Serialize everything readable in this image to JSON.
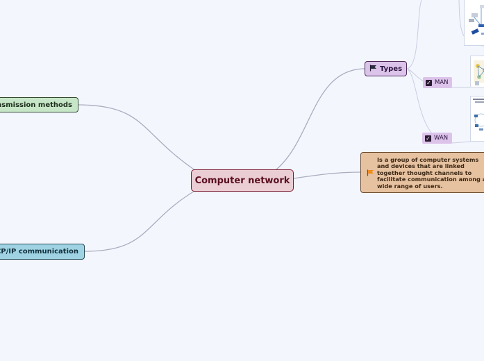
{
  "central_topic": {
    "label": "Computer network",
    "color": "#ebcdd4"
  },
  "branches": {
    "types": {
      "label": "Types",
      "icon": "flag-icon",
      "color": "#dcc3ea",
      "subtopics": [
        {
          "label": "MAN",
          "icon": "checkbox-icon"
        },
        {
          "label": "WAN",
          "icon": "checkbox-icon"
        }
      ]
    },
    "definition": {
      "text": "Is a group of computer systems and devices that are linked together thought channels to facilitate communication among a wide range of users.",
      "icon": "orange-flag-icon",
      "color": "#e6c2a1"
    },
    "transmission": {
      "label": "Transmission methods",
      "color": "#c7e6c7"
    },
    "tcpip": {
      "label": "TCP/IP communication",
      "color": "#9fd3e4"
    }
  }
}
